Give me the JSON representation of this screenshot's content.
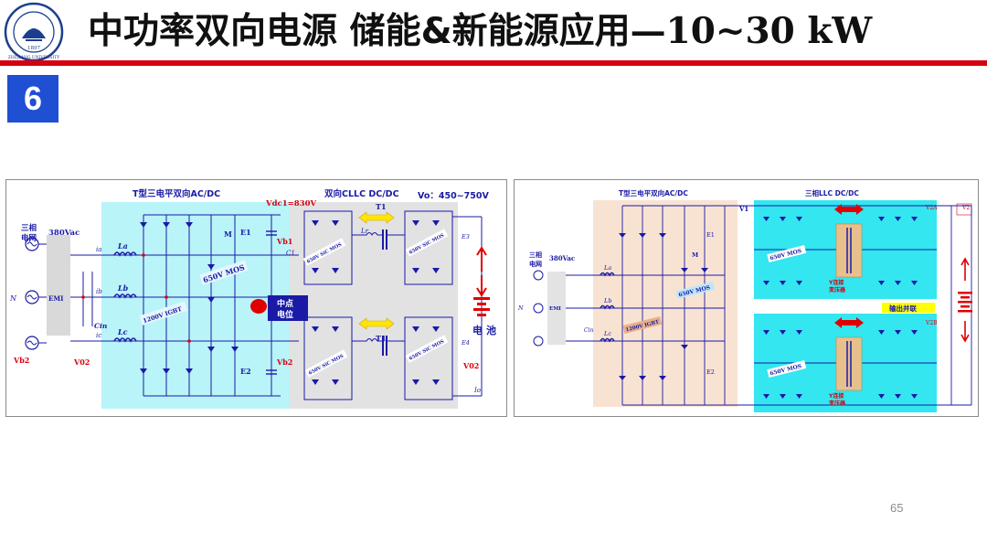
{
  "header": {
    "title_cn": "中功率双向电源 储能&新能源应用",
    "title_latin": "—10~30 kW",
    "section_number": "6",
    "logo_text": "ZHEJIANG UNIVERSITY",
    "logo_year": "1897"
  },
  "left_diagram": {
    "title_ac_dc": "T型三电平双向AC/DC",
    "title_dc_dc": "双向CLLC  DC/DC",
    "vo_range": "Vo：450~750V",
    "vdc1": "Vdc1=830V",
    "grid_label_1": "三相",
    "grid_label_2": "电网",
    "grid_voltage": "380Vac",
    "emi": "EMI",
    "neutral": "N",
    "la": "La",
    "lb": "Lb",
    "lc": "Lc",
    "ia": "ia",
    "ib": "ib",
    "ic": "ic",
    "cin": "Cin",
    "m": "M",
    "e1": "E1",
    "e2": "E2",
    "e3": "E3",
    "e4": "E4",
    "vb1": "Vb1",
    "vb2_left": "Vb2",
    "vb2_mid": "Vb2",
    "v02_left": "V02",
    "v02_right": "V02",
    "igbt": "1200V  IGBT",
    "mos_650": "650V  MOS",
    "sic_1": "650V SiC MOS",
    "sic_2": "650V SiC MOS",
    "sic_3": "650V SiC MOS",
    "sic_4": "650V SiC MOS",
    "midpoint_1": "中点",
    "midpoint_2": "电位",
    "battery_1": "电",
    "battery_2": "池",
    "t1_top": "T1",
    "t1_bottom": "T1",
    "lr": "Lr",
    "io": "Io",
    "c1": "C1"
  },
  "right_diagram": {
    "title_ac_dc": "T型三电平双向AC/DC",
    "title_llc": "三相LLC DC/DC",
    "v1": "V1",
    "v2": "V2",
    "v2a": "V2A",
    "v2b": "V2B",
    "grid_label_1": "三相",
    "grid_label_2": "电网",
    "grid_voltage": "380Vac",
    "emi": "EMI",
    "neutral": "N",
    "la": "La",
    "lb": "Lb",
    "lc": "Lc",
    "cin": "Cin",
    "m": "M",
    "e1": "E1",
    "e2": "E2",
    "igbt": "1200V  IGBT",
    "mos_top": "650V  MOS",
    "mos_mid": "650V  MOS",
    "mos_bottom": "650V  MOS",
    "y_connect_1": "Y连接",
    "y_transformer_1": "变压器",
    "y_connect_2": "Y连接",
    "y_transformer_2": "变压器",
    "output_parallel": "输出并联"
  },
  "footer": {
    "page_number": "65"
  },
  "colors": {
    "accent_red": "#d7000f",
    "badge_blue": "#1f4fd3",
    "circuit_blue": "#1a1aa6",
    "cyan_region": "#b8f4f8",
    "peach_region": "#f8e3d2",
    "gray_region": "#e2e2e2"
  }
}
